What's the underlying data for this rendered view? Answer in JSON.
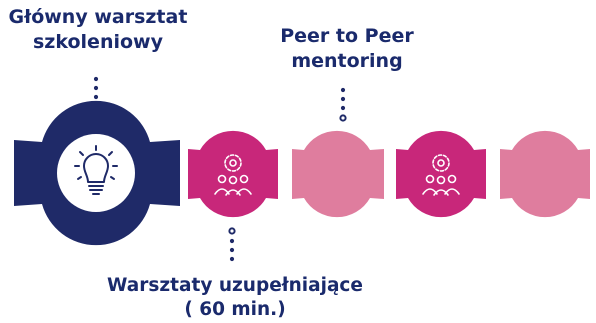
{
  "labels": {
    "main_workshop": [
      "Główny warsztat",
      "szkoleniowy"
    ],
    "peer_mentoring": [
      "Peer to Peer",
      "mentoring"
    ],
    "supplementary": [
      "Warsztaty uzupełniające",
      "( 60 min.)"
    ]
  },
  "nodes": [
    {
      "type": "main",
      "icon": "lightbulb-icon"
    },
    {
      "type": "supplementary",
      "icon": "team-gear-icon"
    },
    {
      "type": "peer",
      "icon": ""
    },
    {
      "type": "supplementary",
      "icon": "team-gear-icon"
    },
    {
      "type": "peer",
      "icon": ""
    }
  ],
  "colors": {
    "navy": "#1f2a68",
    "magenta": "#c8277a",
    "pink": "#df7d9e",
    "text": "#1a2a6c"
  }
}
